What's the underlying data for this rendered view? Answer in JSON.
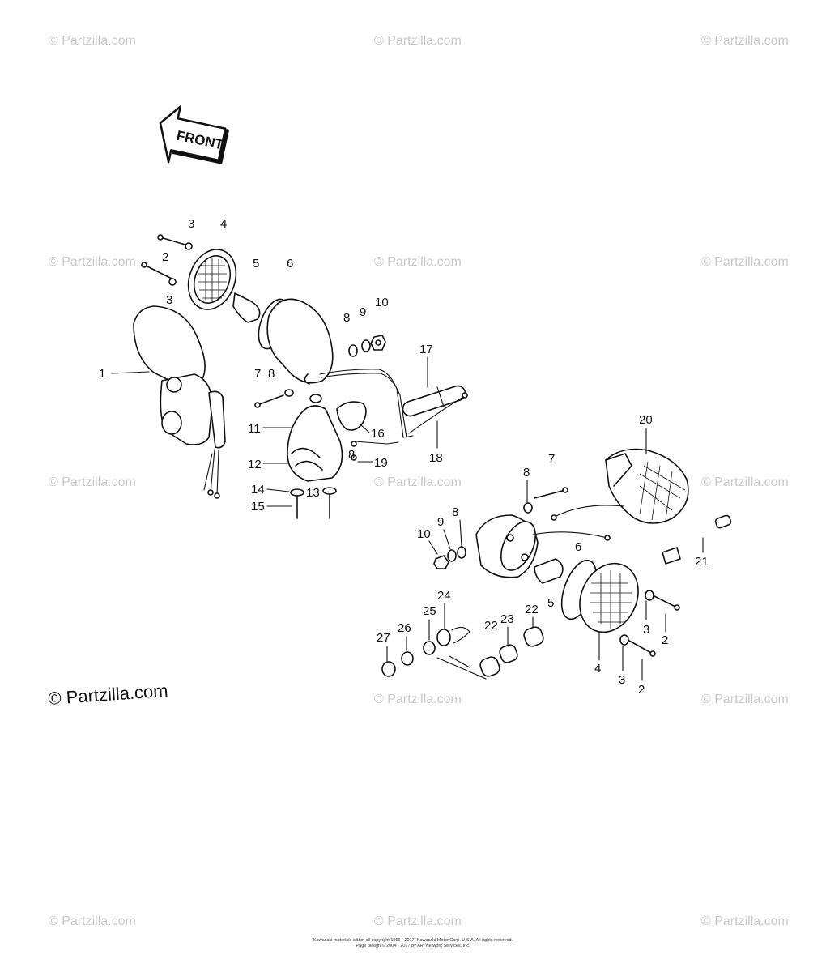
{
  "watermark": {
    "text": "© Partzilla.com",
    "main_text": "© Partzilla.com"
  },
  "front_arrow": {
    "label": "FRONT"
  },
  "callouts": {
    "c1": "1",
    "c2a": "2",
    "c2b": "2",
    "c2c": "2",
    "c3a": "3",
    "c3b": "3",
    "c3c": "3",
    "c3d": "3",
    "c4a": "4",
    "c4b": "4",
    "c5a": "5",
    "c5b": "5",
    "c6a": "6",
    "c6b": "6",
    "c7a": "7",
    "c7b": "7",
    "c8a": "8",
    "c8b": "8",
    "c8c": "8",
    "c8d": "8",
    "c8e": "8",
    "c9a": "9",
    "c9b": "9",
    "c10a": "10",
    "c10b": "10",
    "c11": "11",
    "c12": "12",
    "c13": "13",
    "c14": "14",
    "c15": "15",
    "c16": "16",
    "c17": "17",
    "c18": "18",
    "c19": "19",
    "c20": "20",
    "c21": "21",
    "c22a": "22",
    "c22b": "22",
    "c23": "23",
    "c24": "24",
    "c25": "25",
    "c26": "26",
    "c27": "27"
  },
  "footer": {
    "line1": "Kawasaki materials within all copyright 1966 - 2017, Kawasaki Motor Corp. U.S.A.  All rights reserved.",
    "line2": "Page design © 2004 - 2017 by ARI Network Services, Inc."
  }
}
